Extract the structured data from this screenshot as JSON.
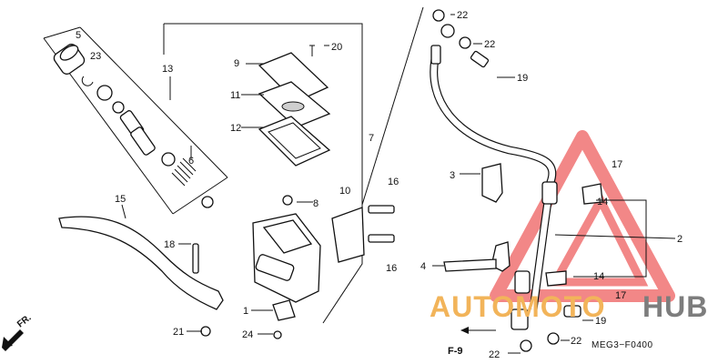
{
  "callouts": [
    {
      "id": "c5",
      "text": "5"
    },
    {
      "id": "c23",
      "text": "23"
    },
    {
      "id": "c13",
      "text": "13"
    },
    {
      "id": "c6",
      "text": "6"
    },
    {
      "id": "c15",
      "text": "15"
    },
    {
      "id": "c18",
      "text": "18"
    },
    {
      "id": "c21",
      "text": "21"
    },
    {
      "id": "c9",
      "text": "9"
    },
    {
      "id": "c20",
      "text": "20"
    },
    {
      "id": "c11",
      "text": "11"
    },
    {
      "id": "c12",
      "text": "12"
    },
    {
      "id": "c7",
      "text": "7"
    },
    {
      "id": "c8",
      "text": "8"
    },
    {
      "id": "c10",
      "text": "10"
    },
    {
      "id": "c16a",
      "text": "16"
    },
    {
      "id": "c16b",
      "text": "16"
    },
    {
      "id": "c1",
      "text": "1"
    },
    {
      "id": "c24",
      "text": "24"
    },
    {
      "id": "c22a",
      "text": "22"
    },
    {
      "id": "c22b",
      "text": "22"
    },
    {
      "id": "c19a",
      "text": "19"
    },
    {
      "id": "c3",
      "text": "3"
    },
    {
      "id": "c17a",
      "text": "17"
    },
    {
      "id": "c14a",
      "text": "14"
    },
    {
      "id": "c2",
      "text": "2"
    },
    {
      "id": "c4",
      "text": "4"
    },
    {
      "id": "c14b",
      "text": "14"
    },
    {
      "id": "c17b",
      "text": "17"
    },
    {
      "id": "c19b",
      "text": "19"
    },
    {
      "id": "c22c",
      "text": "22"
    },
    {
      "id": "c22d",
      "text": "22"
    }
  ],
  "diagram_code": "MEG3−F0400",
  "section_ref": "F-9",
  "direction_label": "FR.",
  "watermark": {
    "part1": "AUTOMOTO",
    "part2": "HUB",
    "color1": "#f2b45a",
    "color2": "#7d7d7d",
    "triangle_color": "#ef6a6a"
  }
}
